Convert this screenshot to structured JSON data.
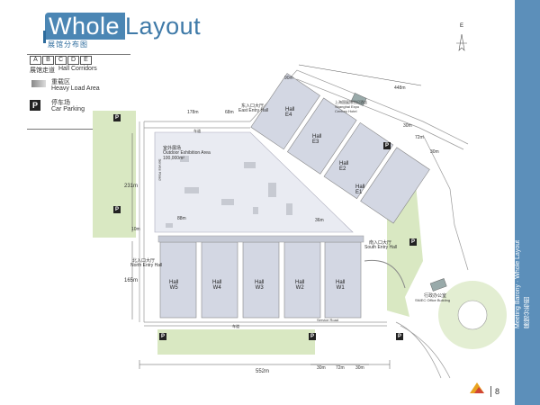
{
  "header": {
    "title_part1": "Whole",
    "title_part2": "Layout",
    "subtitle_cn": "展馆分布图"
  },
  "legend": {
    "corridor_letters": [
      "A",
      "B",
      "C",
      "D",
      "E"
    ],
    "corridors_cn": "展馆走道",
    "corridors_en": "Hall Corridors",
    "heavy_cn": "重载区",
    "heavy_en": "Heavy Load Area",
    "parking_symbol": "P",
    "parking_cn": "停车场",
    "parking_en": "Car Parking"
  },
  "map": {
    "compass": "E",
    "halls_west": [
      {
        "label": "Hall\nW5"
      },
      {
        "label": "Hall\nW4"
      },
      {
        "label": "Hall\nW3"
      },
      {
        "label": "Hall\nW2"
      },
      {
        "label": "Hall\nW1"
      }
    ],
    "halls_east": [
      {
        "label": "Hall\nE4"
      },
      {
        "label": "Hall\nE3"
      },
      {
        "label": "Hall\nE2"
      },
      {
        "label": "Hall\nE1"
      }
    ],
    "outdoor_cn": "室外展场",
    "outdoor_en": "Outdoor Exhibition Area",
    "outdoor_area": "100,000m²",
    "east_entry_cn": "东入口大厅",
    "east_entry_en": "East Entry Hall",
    "south_entry_cn": "南入口大厅",
    "south_entry_en": "South Entry Hall",
    "north_entry_cn": "北入口大厅",
    "north_entry_en": "North Entry Hall",
    "hotel_cn": "上海国展博世纪酒店",
    "hotel_en1": "Shanghai Expo",
    "hotel_en2": "Century Hotel",
    "office_cn": "行政办公室",
    "office_en": "SNIEC Office Building",
    "service_road": "Service Road",
    "road_cn": "车道",
    "dims": {
      "d552": "552m",
      "d231": "231m",
      "d165": "165m",
      "d178": "178m",
      "d448": "448m",
      "d90": "90m",
      "d68": "68m",
      "d88": "88m",
      "d36": "36m",
      "d10": "10m",
      "d72a": "72m",
      "d30a": "30m",
      "d30b": "30m",
      "d72b": "72m",
      "d30c": "30m",
      "d30d": "30m"
    },
    "parking_label": "P"
  },
  "sidebar": {
    "text_en": "Meeting Barony · Whole Layout",
    "text_cn": "展馆分布图"
  },
  "page": {
    "number": "8"
  },
  "colors": {
    "accent": "#4b86b4",
    "sideband": "#5c8fba",
    "green": "#d9e8c2",
    "hall": "#d3d7e3",
    "outdoor": "#e9ebf2"
  }
}
